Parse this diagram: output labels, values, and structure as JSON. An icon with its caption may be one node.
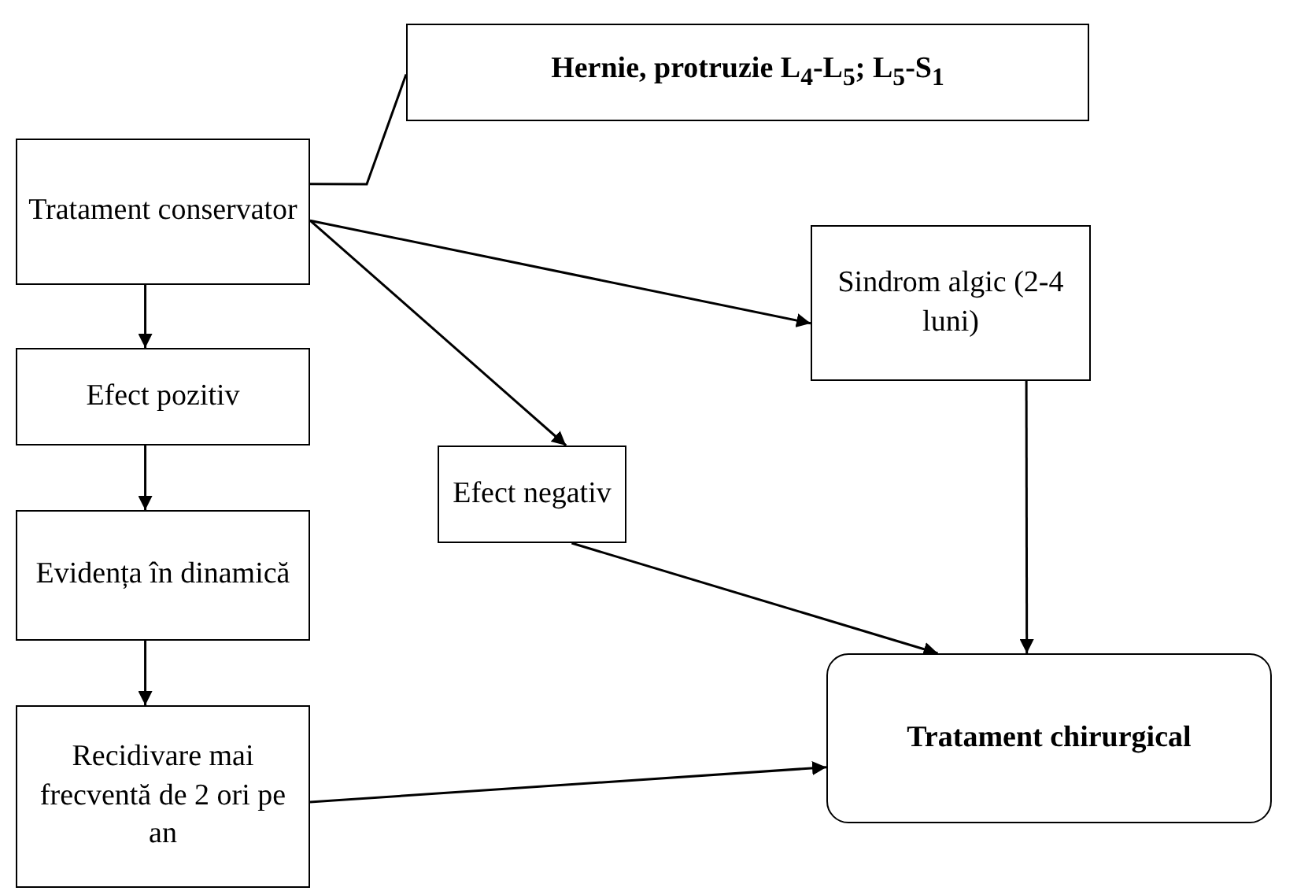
{
  "diagram": {
    "nodes": [
      {
        "text": [
          "Hernie, protruzie L$_{4}$-L$_{5}$; L$_{5}$-S$_{1}$"
        ]
      },
      {
        "text": [
          "Tratament conservator"
        ]
      },
      {
        "text": [
          "Efect pozitiv"
        ]
      },
      {
        "text": [
          "Evidența în dinamică"
        ]
      },
      {
        "text": [
          "Recidivare mai frecventă de 2 ori pe an"
        ]
      },
      {
        "text": [
          "Efect negativ"
        ]
      },
      {
        "text": [
          "Sindrom algic (2-4 luni)"
        ]
      },
      {
        "text": [
          "Tratament chirurgical"
        ]
      }
    ],
    "edges": [
      {
        "from": 0,
        "to": 1,
        "arrow": "none"
      },
      {
        "from": 1,
        "to": 2,
        "arrow": "to"
      },
      {
        "from": 2,
        "to": 3,
        "arrow": "to"
      },
      {
        "from": 3,
        "to": 4,
        "arrow": "to"
      },
      {
        "from": 1,
        "to": 5,
        "arrow": "to"
      },
      {
        "from": 1,
        "to": 6,
        "arrow": "to"
      },
      {
        "from": 5,
        "to": 7,
        "arrow": "to"
      },
      {
        "from": 6,
        "to": 7,
        "arrow": "to"
      },
      {
        "from": 4,
        "to": 7,
        "arrow": "to"
      }
    ]
  }
}
